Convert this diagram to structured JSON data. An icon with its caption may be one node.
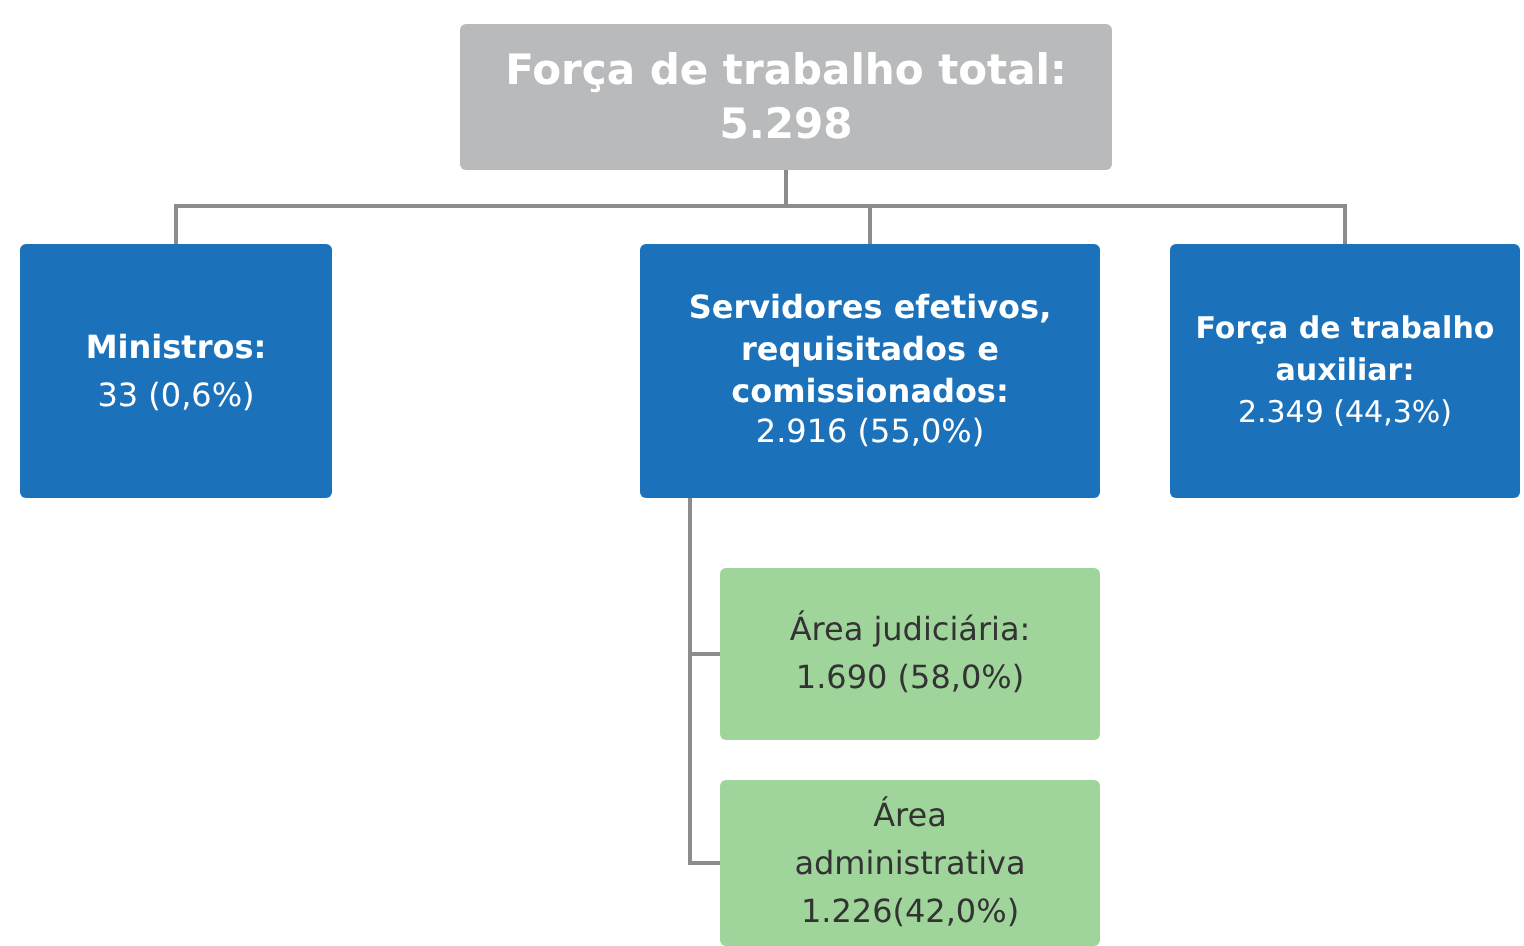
{
  "diagram": {
    "nodes": [
      {
        "text": [
          "Força de trabalho total: 5.298"
        ]
      },
      {
        "text": [
          "Ministros:",
          "33 (0,6%)"
        ]
      },
      {
        "text": [
          "Servidores efetivos, requisitados e comissionados:",
          "2.916 (55,0%)"
        ]
      },
      {
        "text": [
          "Força de trabalho auxiliar:",
          "2.349 (44,3%)"
        ]
      },
      {
        "text": [
          "Área judiciária: 1.690 (58,0%)"
        ]
      },
      {
        "text": [
          "Área administrativa 1.226(42,0%)"
        ]
      }
    ],
    "edges": [
      {
        "from": 0,
        "to": 1,
        "arrow": "none"
      },
      {
        "from": 0,
        "to": 2,
        "arrow": "none"
      },
      {
        "from": 0,
        "to": 3,
        "arrow": "none"
      },
      {
        "from": 2,
        "to": 4,
        "arrow": "none"
      },
      {
        "from": 2,
        "to": 5,
        "arrow": "none"
      }
    ]
  }
}
